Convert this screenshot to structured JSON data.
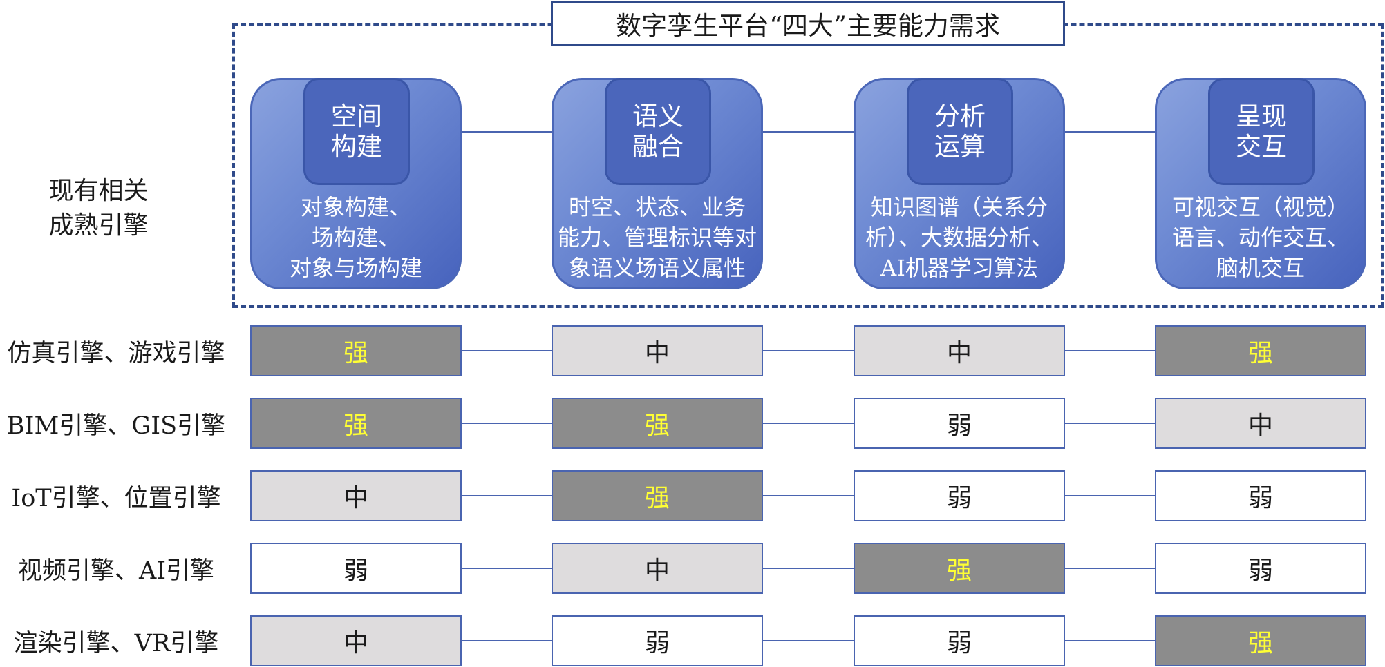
{
  "title": "数字孪生平台“四大”主要能力需求",
  "existing_engines_label": [
    "现有相关",
    "成熟引擎"
  ],
  "capabilities": [
    {
      "name": [
        "空间",
        "构建"
      ],
      "desc": [
        "对象构建、",
        "场构建、",
        "对象与场构建"
      ]
    },
    {
      "name": [
        "语义",
        "融合"
      ],
      "desc": [
        "时空、状态、业务",
        "能力、管理标识等对",
        "象语义场语义属性"
      ]
    },
    {
      "name": [
        "分析",
        "运算"
      ],
      "desc": [
        "知识图谱（关系分",
        "析）、大数据分析、",
        "AI机器学习算法"
      ]
    },
    {
      "name": [
        "呈现",
        "交互"
      ],
      "desc": [
        "可视交互（视觉）",
        "语言、动作交互、",
        "脑机交互"
      ]
    }
  ],
  "levels": {
    "strong": {
      "label": "强",
      "fill": "#8c8c8c",
      "text_color": "#ffff33"
    },
    "medium": {
      "label": "中",
      "fill": "#dedcdd",
      "text_color": "#1a1a1a"
    },
    "weak": {
      "label": "弱",
      "fill": "#ffffff",
      "text_color": "#1a1a1a"
    }
  },
  "engines": [
    {
      "label": "仿真引擎、游戏引擎",
      "ratings": [
        "strong",
        "medium",
        "medium",
        "strong"
      ]
    },
    {
      "label": "BIM引擎、GIS引擎",
      "ratings": [
        "strong",
        "strong",
        "weak",
        "medium"
      ]
    },
    {
      "label": "IoT引擎、位置引擎",
      "ratings": [
        "medium",
        "strong",
        "weak",
        "weak"
      ]
    },
    {
      "label": "视频引擎、AI引擎",
      "ratings": [
        "weak",
        "medium",
        "strong",
        "weak"
      ]
    },
    {
      "label": "渲染引擎、VR引擎",
      "ratings": [
        "medium",
        "weak",
        "weak",
        "strong"
      ]
    }
  ],
  "colors": {
    "frame_border": "#2f4a8a",
    "connector": "#4a64b0",
    "card_head": "#4b66bb"
  }
}
